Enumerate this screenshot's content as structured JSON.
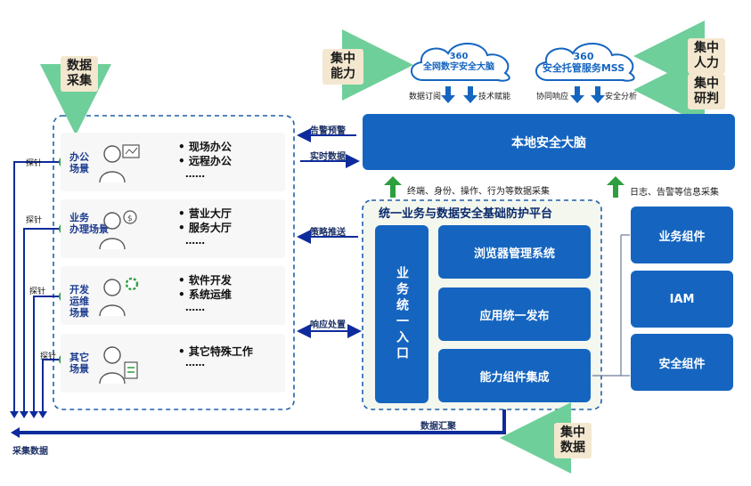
{
  "collection": {
    "label": "数据\n采集"
  },
  "center_ability": {
    "label": "集中\n能力"
  },
  "center_people": {
    "label": "集中\n人力"
  },
  "center_research": {
    "label": "集中\n研判"
  },
  "center_data": {
    "label": "集中\n数据"
  },
  "cloud_left": {
    "line1": "360",
    "line2": "全网数字安全大脑"
  },
  "cloud_right": {
    "line1": "360",
    "line2": "安全托管服务MSS"
  },
  "cloud_arrows": {
    "sub": "数据订阅",
    "tech": "技术赋能",
    "coop": "协同响应",
    "analysis": "安全分析"
  },
  "brain": {
    "label": "本地安全大脑"
  },
  "flows": {
    "alert": "告警预警",
    "realtime": "实时数据",
    "policy": "策略推送",
    "response": "响应处置"
  },
  "up_labels": {
    "left": "终端、身份、操作、行为等数据采集",
    "right": "日志、告警等信息采集"
  },
  "platform": {
    "title": "统一业务与数据安全基础防护平台",
    "entry": "业务统一入口",
    "modules": [
      "浏览器管理系统",
      "应用统一发布",
      "能力组件集成"
    ]
  },
  "components": [
    "业务组件",
    "IAM",
    "安全组件"
  ],
  "scenes": [
    {
      "name": "办公\n场景",
      "items": [
        "现场办公",
        "远程办公"
      ],
      "more": "……"
    },
    {
      "name": "业务\n办理场景",
      "items": [
        "营业大厅",
        "服务大厅"
      ],
      "more": "……"
    },
    {
      "name": "开发\n运维\n场景",
      "items": [
        "软件开发",
        "系统运维"
      ],
      "more": "……"
    },
    {
      "name": "其它\n场景",
      "items": [
        "其它特殊工作"
      ],
      "more": "……"
    }
  ],
  "probe": "探针",
  "bottom": {
    "aggregate": "数据汇聚",
    "collect": "采集数据"
  },
  "colors": {
    "blue": "#1565c0",
    "dark_blue": "#0d2b9c",
    "tan": "#f3e7cf",
    "green": "#2e9f3e"
  }
}
